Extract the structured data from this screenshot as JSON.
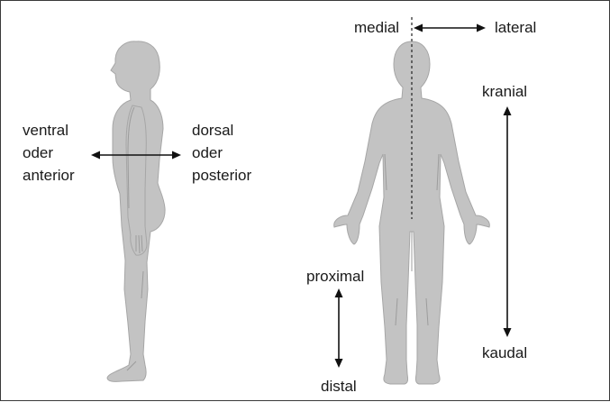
{
  "labels": {
    "ventral": "ventral",
    "ventral_oder": "oder",
    "anterior": "anterior",
    "dorsal": "dorsal",
    "dorsal_oder": "oder",
    "posterior": "posterior",
    "medial": "medial",
    "lateral": "lateral",
    "kranial": "kranial",
    "kaudal": "kaudal",
    "proximal": "proximal",
    "distal": "distal"
  },
  "colors": {
    "body": "#c3c3c3",
    "outline": "#a6a6a6",
    "arrow": "#111111",
    "border": "#3a3a3a"
  }
}
